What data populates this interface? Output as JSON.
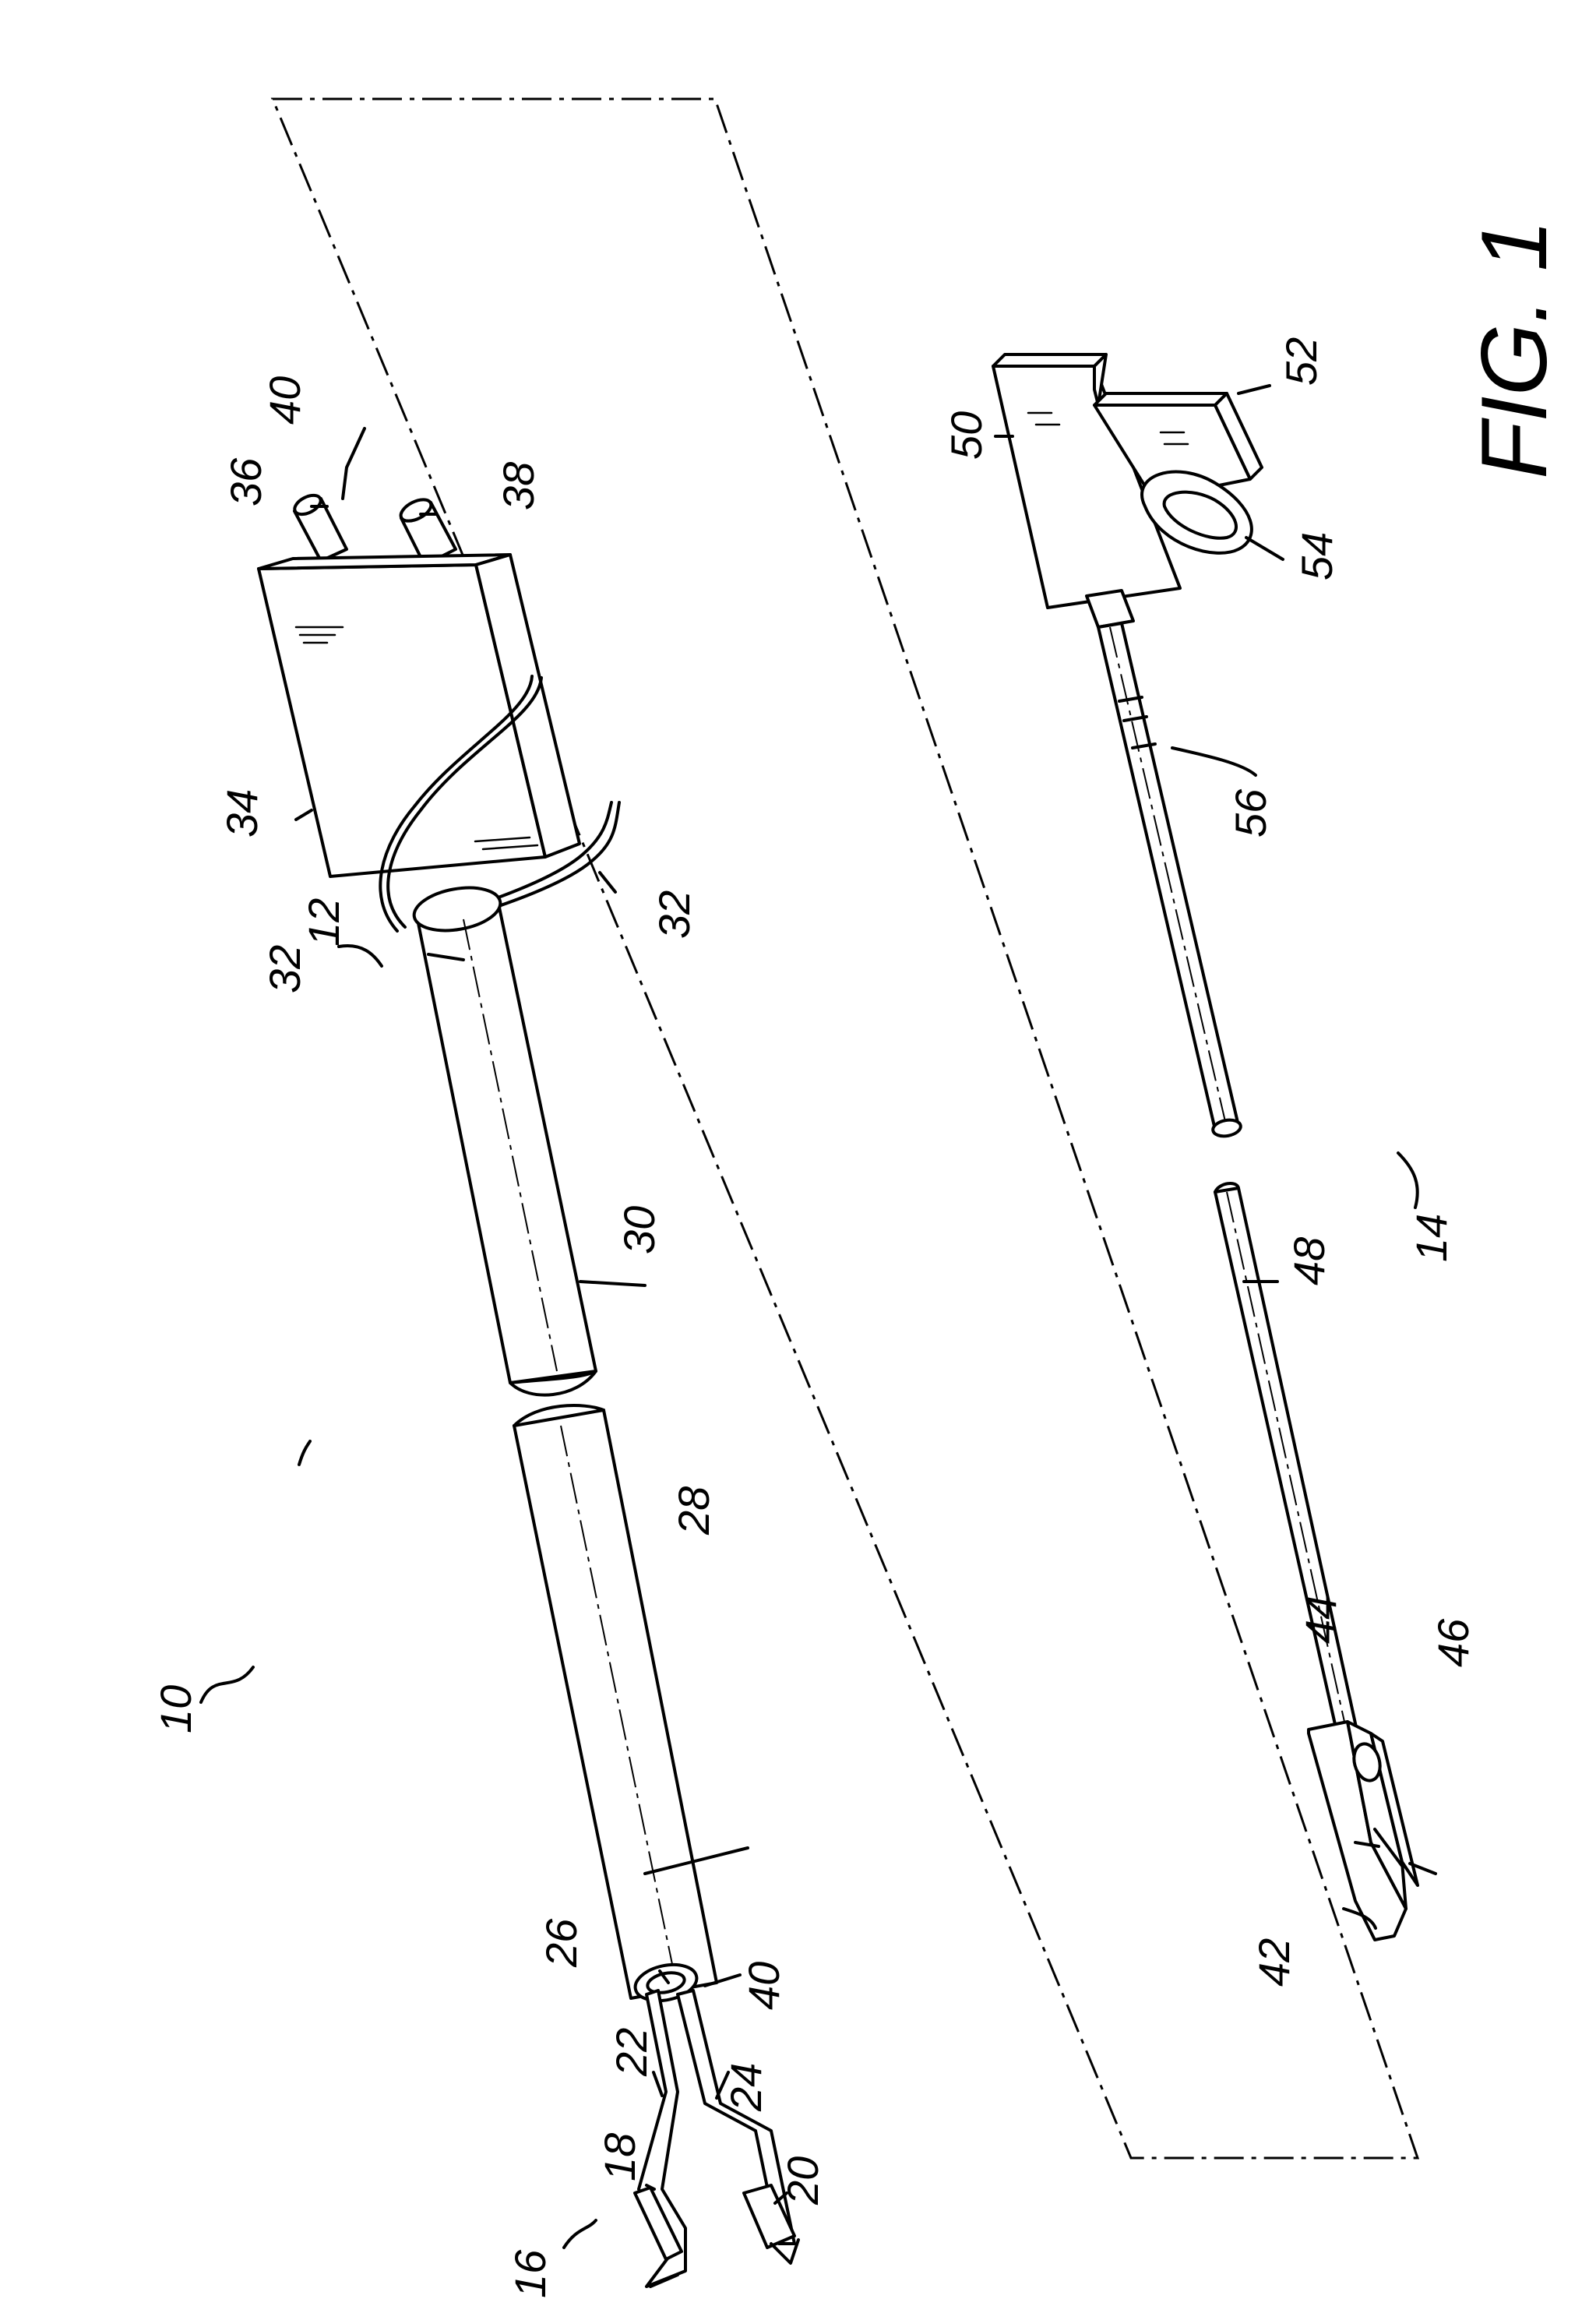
{
  "figure": {
    "title": "FIG. 1",
    "reference_numerals": [
      "10",
      "12",
      "14",
      "16",
      "18",
      "20",
      "22",
      "24",
      "26",
      "28",
      "30",
      "32",
      "32",
      "34",
      "36",
      "38",
      "40",
      "40",
      "42",
      "44",
      "46",
      "48",
      "50",
      "52",
      "54",
      "56"
    ]
  }
}
